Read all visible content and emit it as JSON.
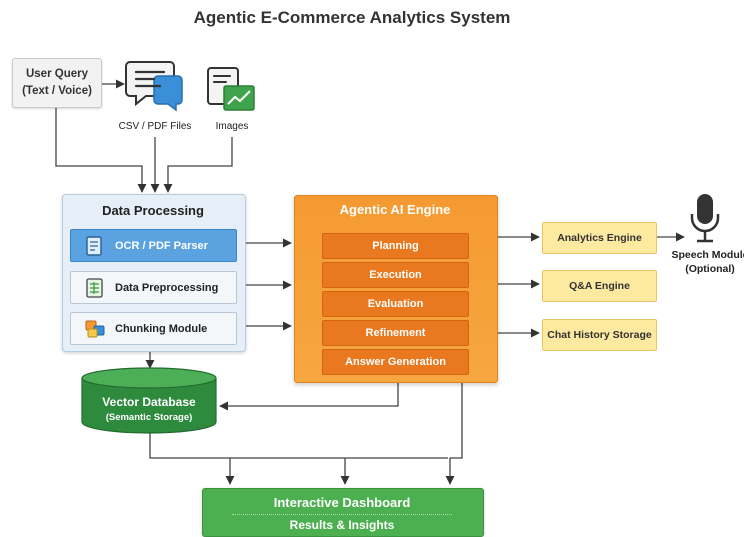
{
  "title": "Agentic E-Commerce Analytics System",
  "inputs": {
    "user_query_line1": "User Query",
    "user_query_line2": "(Text / Voice)",
    "csv_label": "CSV / PDF Files",
    "images_label": "Images"
  },
  "data_processing": {
    "title": "Data Processing",
    "items": [
      {
        "label": "OCR / PDF Parser",
        "icon": "document-icon"
      },
      {
        "label": "Data Preprocessing",
        "icon": "spreadsheet-icon"
      },
      {
        "label": "Chunking Module",
        "icon": "chunks-icon"
      }
    ]
  },
  "ai_engine": {
    "title": "Agentic AI Engine",
    "steps": [
      "Planning",
      "Execution",
      "Evaluation",
      "Refinement",
      "Answer Generation"
    ]
  },
  "outputs": {
    "analytics": "Analytics Engine",
    "qa": "Q&A Engine",
    "chat": "Chat History Storage"
  },
  "speech": {
    "line1": "Speech Module",
    "line2": "(Optional)",
    "icon": "microphone-icon"
  },
  "vector_db": {
    "title": "Vector Database",
    "subtitle": "(Semantic Storage)"
  },
  "dashboard": {
    "title": "Interactive Dashboard",
    "subtitle": "Results & Insights"
  },
  "colors": {
    "processing_bg": "#e6eff8",
    "ocr_active": "#5aa2e0",
    "ai_orange": "#f59a32",
    "ai_step": "#e9781e",
    "output_yellow": "#fde9a0",
    "db_green": "#2e8b3e",
    "dashboard_green": "#4caf50"
  }
}
